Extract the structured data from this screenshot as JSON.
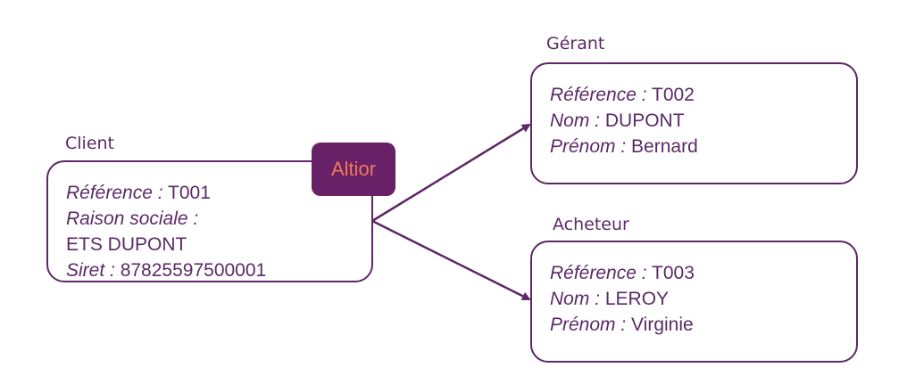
{
  "client": {
    "title": "Client",
    "reference_label": "Référence :",
    "reference_value": "T001",
    "raison_label": "Raison sociale :",
    "raison_value": "ETS DUPONT",
    "siret_label": "Siret :",
    "siret_value": "87825597500001"
  },
  "badge": {
    "label": "Altior"
  },
  "gerant": {
    "title": "Gérant",
    "reference_label": "Référence :",
    "reference_value": "T002",
    "nom_label": "Nom :",
    "nom_value": "DUPONT",
    "prenom_label": "Prénom :",
    "prenom_value": "Bernard"
  },
  "acheteur": {
    "title": "Acheteur",
    "reference_label": "Référence :",
    "reference_value": "T003",
    "nom_label": "Nom :",
    "nom_value": "LEROY",
    "prenom_label": "Prénom :",
    "prenom_value": "Virginie"
  },
  "colors": {
    "stroke": "#5e2567",
    "text": "#5a2a66",
    "badge_bg": "#682067",
    "badge_text": "#f0785a"
  }
}
